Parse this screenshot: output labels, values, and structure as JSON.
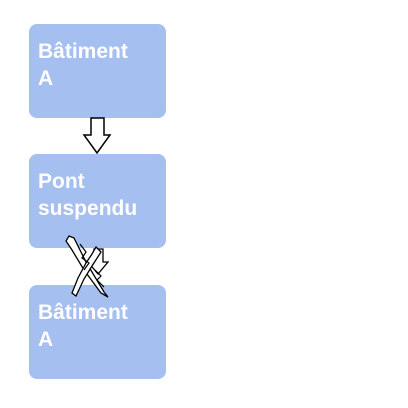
{
  "diagram": {
    "nodes": [
      {
        "label": "Bâtiment\nA"
      },
      {
        "label": "Pont\nsuspendu"
      },
      {
        "label": "Bâtiment\nA"
      }
    ],
    "connections": [
      {
        "from": 0,
        "to": 1,
        "status": "intact"
      },
      {
        "from": 1,
        "to": 2,
        "status": "broken"
      }
    ],
    "colors": {
      "node_fill": "#a4bff0",
      "node_text": "#ffffff",
      "arrow_fill": "#ffffff",
      "arrow_stroke": "#000000"
    },
    "icons": [
      "down-arrow-icon",
      "broken-x-icon"
    ]
  }
}
